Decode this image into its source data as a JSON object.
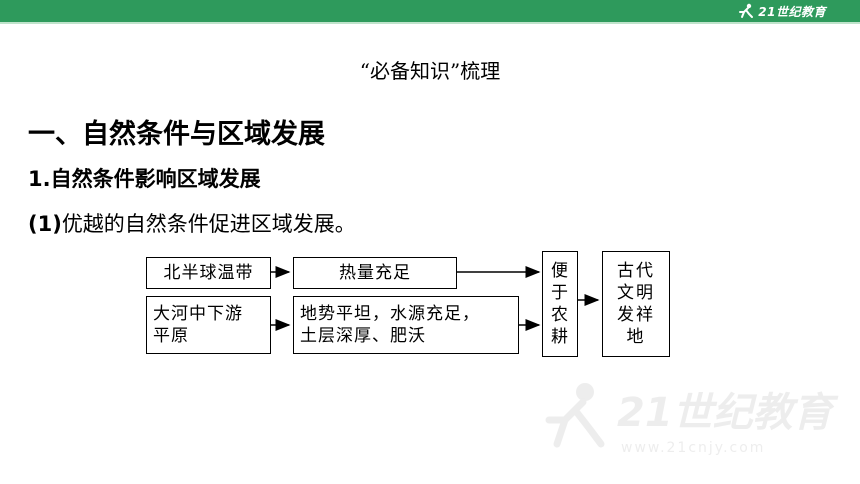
{
  "logo": {
    "brand": "21世纪教育",
    "icon": "runner-logo-icon"
  },
  "slide": {
    "subtitle": "“必备知识”梳理",
    "heading1": "一、自然条件与区域发展",
    "heading2": "1.自然条件影响区域发展",
    "heading3_num": "(1)",
    "heading3_text": "优越的自然条件促进区域发展。"
  },
  "diagram": {
    "northern_temperate": "北半球温带",
    "big_river_line1": "大河中下游",
    "big_river_line2": "平原",
    "heat_sufficient": "热量充足",
    "terrain_line1": "地势平坦，水源充足，",
    "terrain_line2": "土层深厚、肥沃",
    "farming": "便于农耕",
    "civilization": "古代文明发祥地"
  },
  "watermark": {
    "brand": "21世纪教育",
    "url": "www.21cnjy.com"
  },
  "colors": {
    "top_bar": "#2e9a5c",
    "top_bar_line": "#bfe3cb",
    "text": "#000000"
  }
}
